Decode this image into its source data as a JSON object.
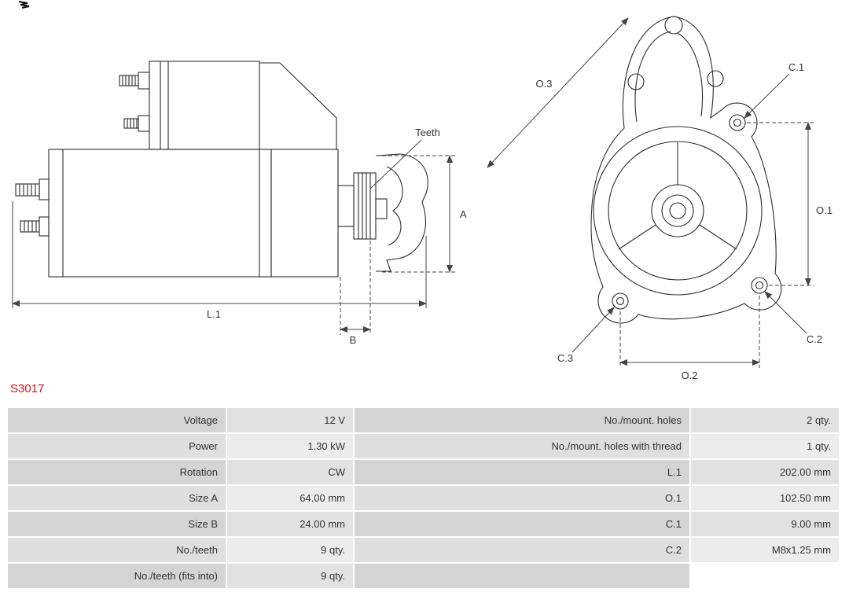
{
  "part_number": "S3017",
  "colors": {
    "part_number": "#cc1719",
    "drawing_lines": "#2b2b2b",
    "dimension_lines": "#444444",
    "table_label_bg_odd": "#d4d4d4",
    "table_value_bg_odd": "#e2e2e2",
    "table_label_bg_even": "#dfdfdf",
    "table_value_bg_even": "#ececec",
    "table_text": "#333333"
  },
  "diagram": {
    "side_view": {
      "teeth": "Teeth",
      "a": "A",
      "b": "B",
      "l1": "L.1"
    },
    "front_view": {
      "o1": "O.1",
      "o2": "O.2",
      "o3": "O.3",
      "c1": "C.1",
      "c2": "C.2",
      "c3": "C.3"
    }
  },
  "spec_table": {
    "left": [
      {
        "label": "Voltage",
        "value": "12 V"
      },
      {
        "label": "Power",
        "value": "1.30 kW"
      },
      {
        "label": "Rotation",
        "value": "CW"
      },
      {
        "label": "Size A",
        "value": "64.00 mm"
      },
      {
        "label": "Size B",
        "value": "24.00 mm"
      },
      {
        "label": "No./teeth",
        "value": "9 qty."
      },
      {
        "label": "No./teeth (fits into)",
        "value": "9 qty."
      }
    ],
    "right": [
      {
        "label": "No./mount. holes",
        "value": "2 qty."
      },
      {
        "label": "No./mount. holes with thread",
        "value": "1 qty."
      },
      {
        "label": "L.1",
        "value": "202.00 mm"
      },
      {
        "label": "O.1",
        "value": "102.50 mm"
      },
      {
        "label": "C.1",
        "value": "9.00 mm"
      },
      {
        "label": "C.2",
        "value": "M8x1.25 mm"
      },
      {
        "label": "",
        "value": ""
      }
    ]
  }
}
